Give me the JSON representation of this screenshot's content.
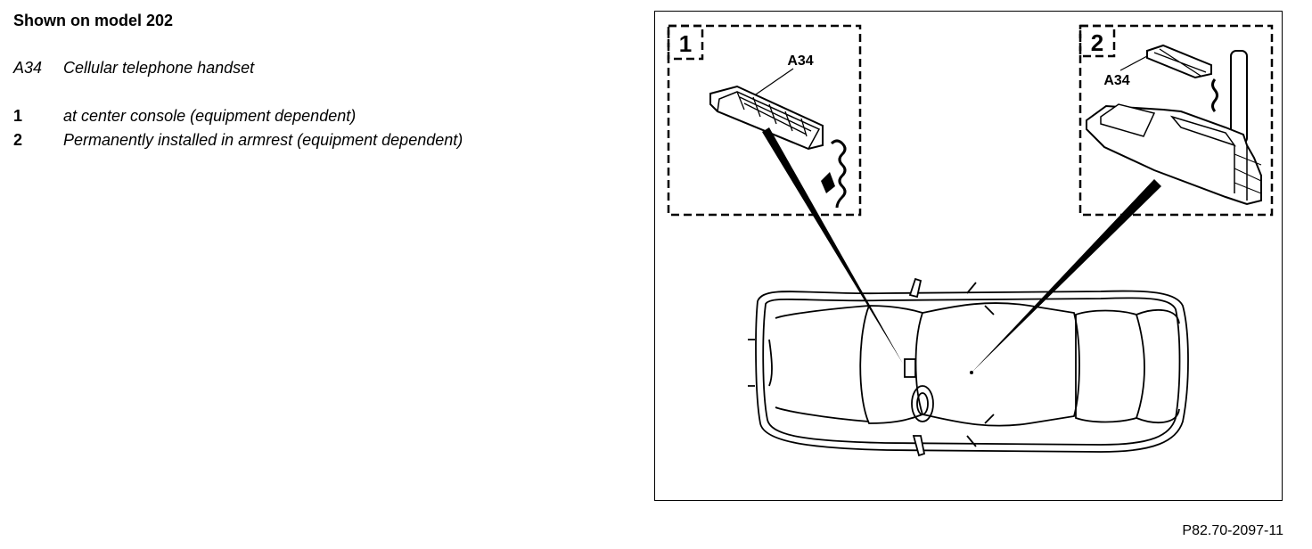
{
  "heading": "Shown on model 202",
  "component": {
    "code": "A34",
    "description": "Cellular telephone handset"
  },
  "locations": [
    {
      "num": "1",
      "description": "at center console (equipment dependent)"
    },
    {
      "num": "2",
      "description": "Permanently installed in armrest (equipment dependent)"
    }
  ],
  "figure": {
    "inset_1_number": "1",
    "inset_2_number": "2",
    "inset_1_label": "A34",
    "inset_2_label": "A34",
    "code": "P82.70-2097-11"
  }
}
